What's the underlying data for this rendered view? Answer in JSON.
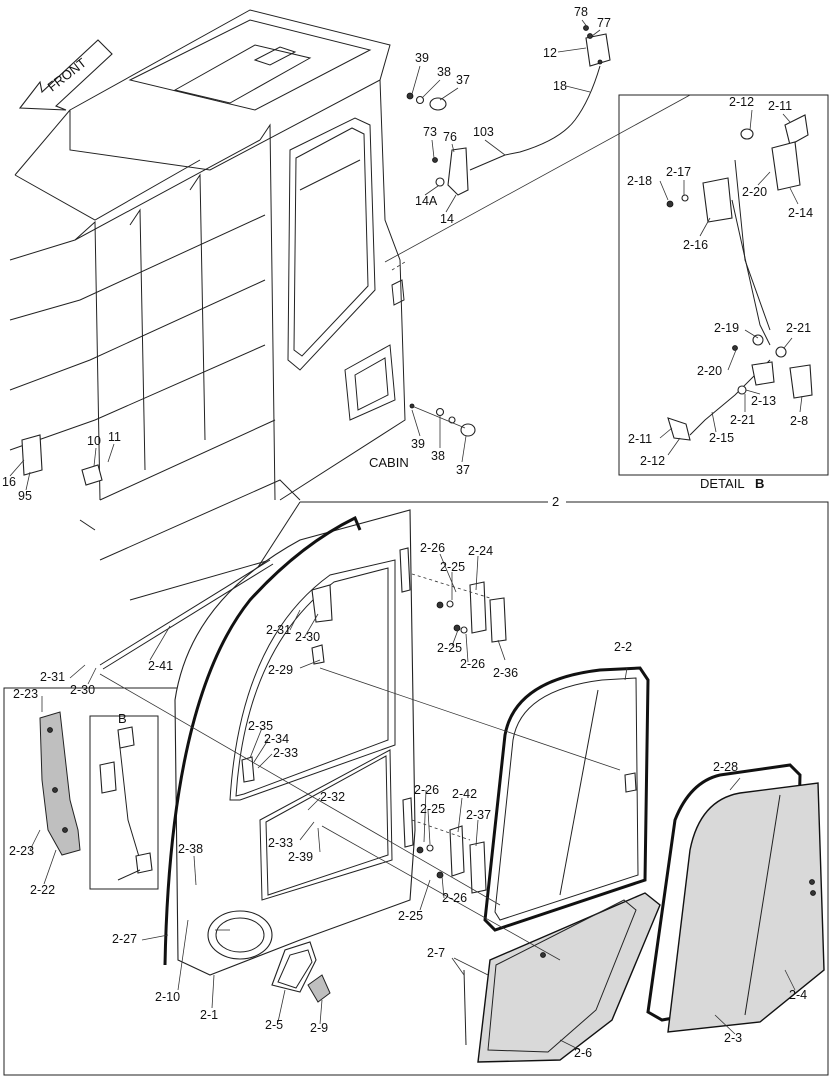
{
  "front_label": "FRONT",
  "cabin_label": "CABIN",
  "detail_caption": {
    "prefix": "DETAIL",
    "letter": "B"
  },
  "inset_letter": "B",
  "assembly_label": "2",
  "callouts_top": [
    "78",
    "77",
    "12",
    "18",
    "39",
    "38",
    "37",
    "73",
    "76",
    "103",
    "14A",
    "14",
    "10",
    "11",
    "16",
    "95",
    "39",
    "38",
    "37"
  ],
  "callouts_detail": [
    "2-12",
    "2-11",
    "2-17",
    "2-18",
    "2-20",
    "2-14",
    "2-16",
    "2-19",
    "2-21",
    "2-20",
    "2-13",
    "2-8",
    "2-21",
    "2-11",
    "2-15",
    "2-12"
  ],
  "callouts_bottom": [
    "2-26",
    "2-24",
    "2-25",
    "2-31",
    "2-30",
    "2-25",
    "2-26",
    "2-36",
    "2-29",
    "2-41",
    "2-31",
    "2-30",
    "2-23",
    "2-35",
    "2-34",
    "2-33",
    "2-32",
    "2-33",
    "2-39",
    "2-26",
    "2-25",
    "2-42",
    "2-37",
    "2-26",
    "2-25",
    "2-38",
    "2-23",
    "2-22",
    "2-27",
    "2-10",
    "2-1",
    "2-5",
    "2-9",
    "2-2",
    "2-28",
    "2-7",
    "2-6",
    "2-3",
    "2-4"
  ]
}
